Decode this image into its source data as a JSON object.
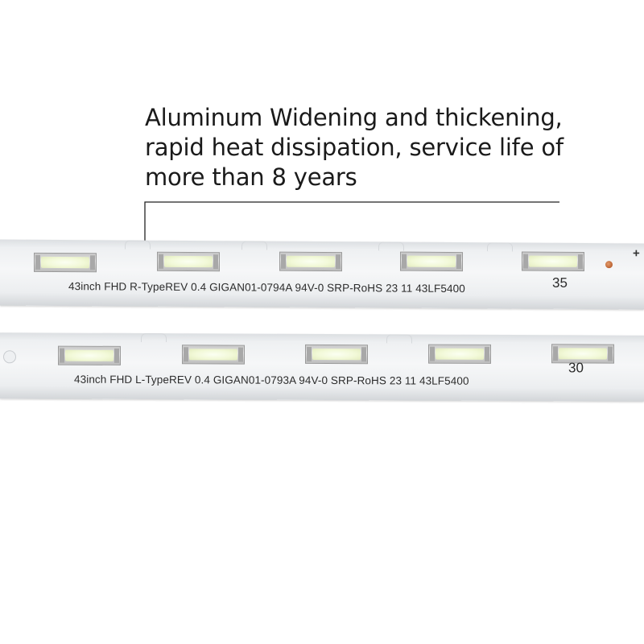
{
  "caption": {
    "lines": [
      "Aluminum Widening and thickening,",
      "rapid heat dissipation, service life of",
      "more than 8 years"
    ]
  },
  "strip_top": {
    "silkscreen": "43inch FHD R-TypeREV 0.4 GIGAN01-0794A  94V-0 SRP-RoHS 23 11   43LF5400",
    "number": "35",
    "polarity": "+"
  },
  "strip_bottom": {
    "silkscreen": "43inch FHD L-TypeREV 0.4  GIGAN01-0793A  94V-0 SRP-RoHS 23 11   43LF5400",
    "number": "30"
  },
  "colors": {
    "text": "#1a1a1a",
    "strip": "#f2f4f5",
    "led_lens": "#f4fadc",
    "callout_line": "#222222"
  }
}
